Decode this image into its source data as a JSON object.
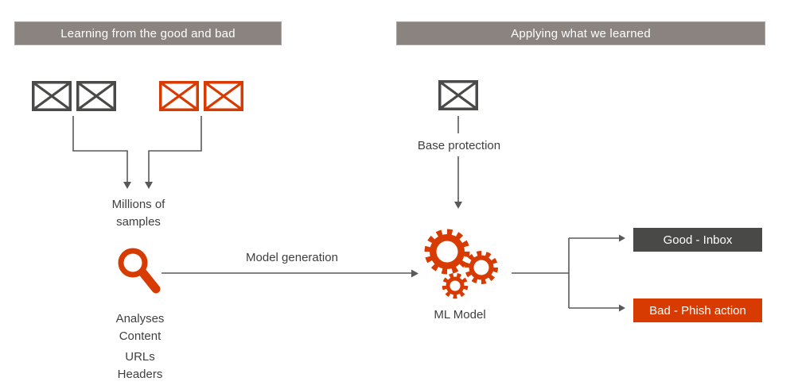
{
  "colors": {
    "orange": "#d83b01",
    "dark_gray": "#494947",
    "header_bar": "#8a8380",
    "line_gray": "#595959",
    "text_gray": "#3f3f3f"
  },
  "headers": {
    "learning": "Learning from the good and bad",
    "applying": "Applying what we learned"
  },
  "learning_flow": {
    "samples_label_lines": [
      "Millions of",
      "samples"
    ],
    "analysis_lines": [
      "Analyses",
      "Content",
      "URLs",
      "Headers"
    ],
    "model_generation_label": "Model generation"
  },
  "applying_flow": {
    "base_protection_label": "Base protection",
    "ml_model_label": "ML Model",
    "outcomes": [
      {
        "label": "Good - Inbox",
        "type": "good"
      },
      {
        "label": "Bad - Phish action",
        "type": "bad"
      }
    ]
  },
  "icons": {
    "email": "email-icon",
    "search": "search-icon",
    "gears": "gear-icon"
  }
}
